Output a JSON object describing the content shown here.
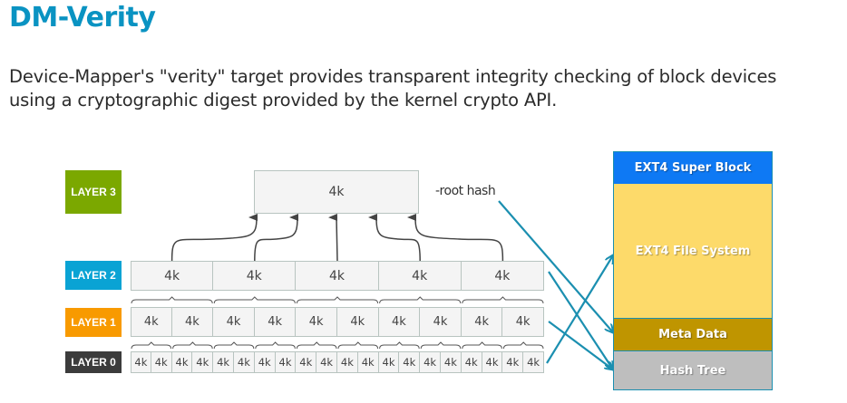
{
  "title": "DM-Verity",
  "subtitle_line1": "Device-Mapper's \"verity\" target provides transparent integrity checking of block devices",
  "subtitle_line2": "using a cryptographic digest provided by the kernel crypto API.",
  "diagram": {
    "layers": [
      {
        "label": "LAYER 3",
        "color": "#7ba800",
        "block_count": 1,
        "block_label": "4k"
      },
      {
        "label": "LAYER 2",
        "color": "#0aa3d4",
        "block_count": 5,
        "block_label": "4k"
      },
      {
        "label": "LAYER 1",
        "color": "#f89a00",
        "block_count": 10,
        "block_label": "4k"
      },
      {
        "label": "LAYER 0",
        "color": "#3c3c3c",
        "block_count": 20,
        "block_label": "4k"
      }
    ],
    "root_hash_label": "-root hash",
    "arrow_color": "#1b8fb0",
    "disk": {
      "segments": [
        {
          "label": "EXT4 Super Block",
          "color": "#0e79f4"
        },
        {
          "label": "EXT4 File System",
          "color": "#fdda6a"
        },
        {
          "label": "Meta Data",
          "color": "#bf9500"
        },
        {
          "label": "Hash Tree",
          "color": "#bebebe"
        }
      ]
    }
  }
}
